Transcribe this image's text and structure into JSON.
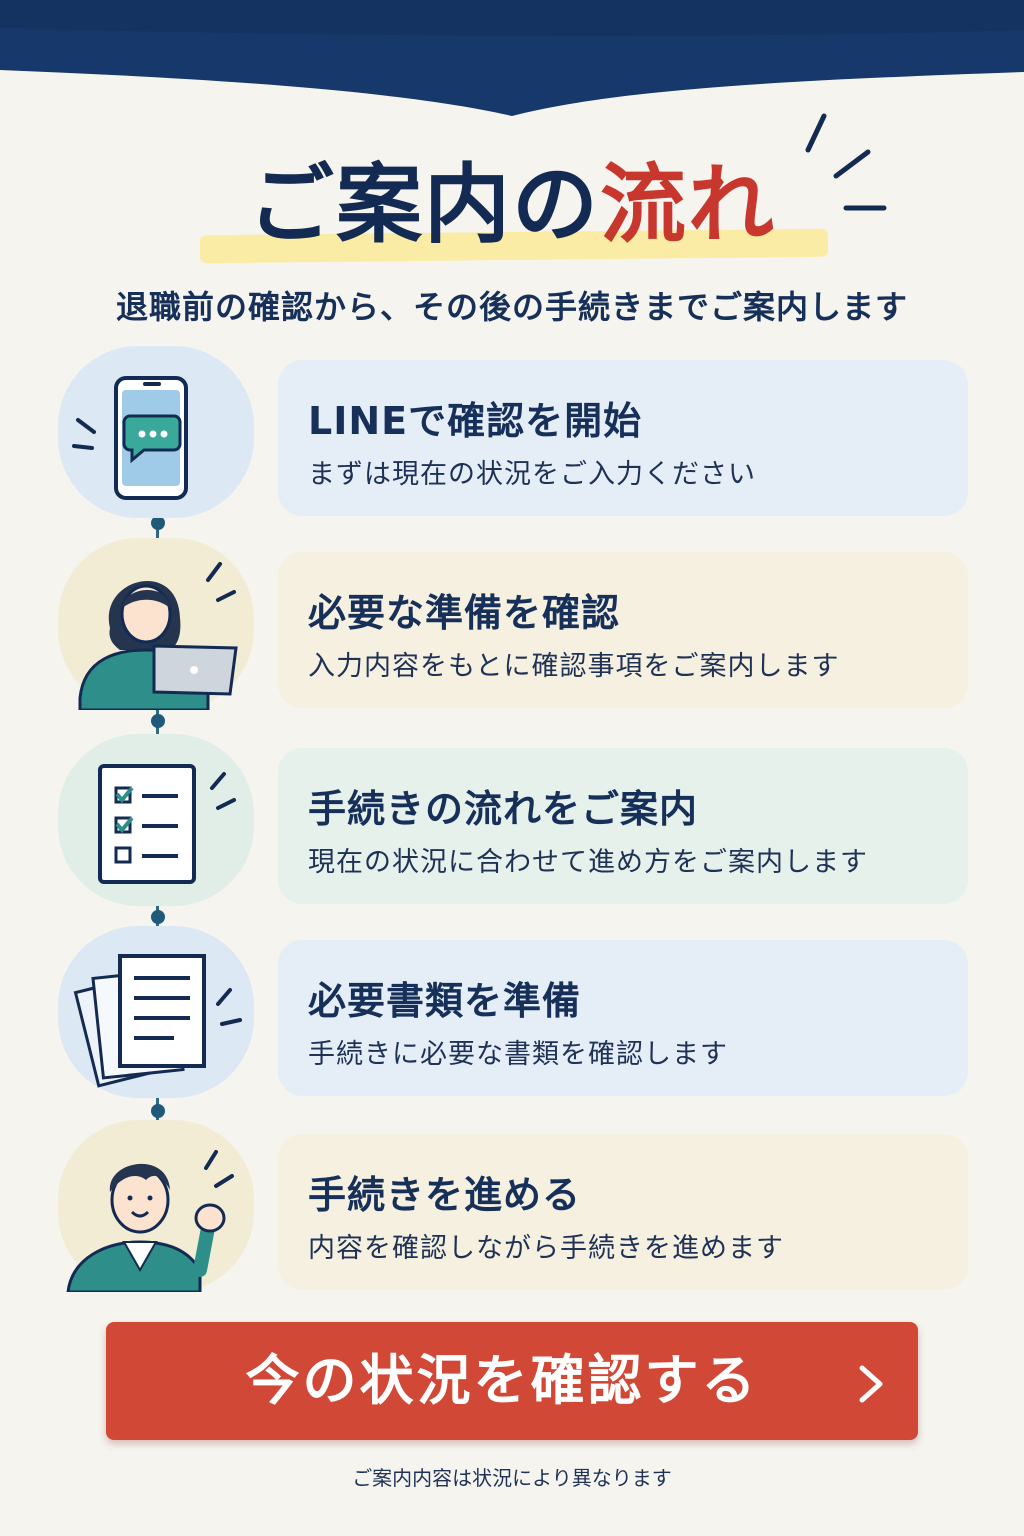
{
  "colors": {
    "band": "#17386a",
    "title_navy": "#132b52",
    "title_red": "#c8372d",
    "cta": "#d24836",
    "connector": "#1f5a7a"
  },
  "header": {
    "title_part1": "ご案内の",
    "title_part2": "流れ",
    "subtitle": "退職前の確認から、その後の手続きまでご案内します"
  },
  "steps": [
    {
      "icon": "smartphone-chat-icon",
      "title": "LINEで確認を開始",
      "description": "まずは現在の状況をご入力ください"
    },
    {
      "icon": "woman-with-laptop-icon",
      "title": "必要な準備を確認",
      "description": "入力内容をもとに確認事項をご案内します"
    },
    {
      "icon": "checklist-icon",
      "title": "手続きの流れをご案内",
      "description": "現在の状況に合わせて進め方をご案内します"
    },
    {
      "icon": "documents-icon",
      "title": "必要書類を準備",
      "description": "手続きに必要な書類を確認します"
    },
    {
      "icon": "man-fist-icon",
      "title": "手続きを進める",
      "description": "内容を確認しながら手続きを進めます"
    }
  ],
  "cta": {
    "label": "今の状況を確認する",
    "icon": "chevron-right-icon"
  },
  "footnote": "ご案内内容は状況により異なります"
}
